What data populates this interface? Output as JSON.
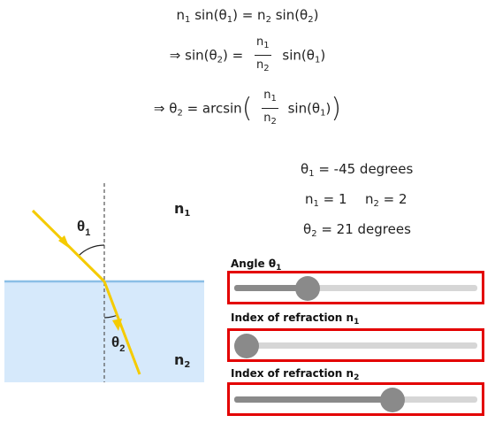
{
  "equations": {
    "snell": {
      "a": "n",
      "a_sub": "1",
      "b": " sin(θ",
      "b_sub": "1",
      "c": ") = n",
      "c_sub": "2",
      "d": " sin(θ",
      "d_sub": "2",
      "e": ")"
    },
    "step2": {
      "lhs": "⇒ sin(θ",
      "lhs_sub": "2",
      "lhs_end": ") =",
      "num": "n",
      "num_sub": "1",
      "den": "n",
      "den_sub": "2",
      "rhs": "sin(θ",
      "rhs_sub": "1",
      "rhs_end": ")"
    },
    "step3": {
      "lhs": "⇒ θ",
      "lhs_sub": "2",
      "lhs_end": " = arcsin",
      "num": "n",
      "num_sub": "1",
      "den": "n",
      "den_sub": "2",
      "rhs": "sin(θ",
      "rhs_sub": "1",
      "rhs_end": ")"
    }
  },
  "readout": {
    "theta1": {
      "sym": "θ",
      "sub": "1",
      "text": " = -45 degrees"
    },
    "n1": {
      "sym": "n",
      "sub": "1",
      "text": " = 1"
    },
    "n2": {
      "sym": "n",
      "sub": "2",
      "text": " = 2"
    },
    "theta2": {
      "sym": "θ",
      "sub": "2",
      "text": " = 21 degrees"
    }
  },
  "diagram": {
    "theta1_label": {
      "sym": "θ",
      "sub": "1"
    },
    "theta2_label": {
      "sym": "θ",
      "sub": "2"
    },
    "n1_label": {
      "sym": "n",
      "sub": "1"
    },
    "n2_label": {
      "sym": "n",
      "sub": "2"
    },
    "colors": {
      "ray": "#f5cb00",
      "water": "#d6e9fb",
      "surface": "#8bbfe6",
      "normal": "#555555"
    }
  },
  "sliders": [
    {
      "label": "Angle θ",
      "sub": "1",
      "value": 0.28
    },
    {
      "label": "Index of refraction n",
      "sub": "1",
      "value": 0.0
    },
    {
      "label": "Index of refraction n",
      "sub": "2",
      "value": 0.67
    }
  ],
  "colors": {
    "highlight": "#e30000",
    "slider_fill": "#8a8a8a",
    "slider_track": "#d6d6d6"
  }
}
